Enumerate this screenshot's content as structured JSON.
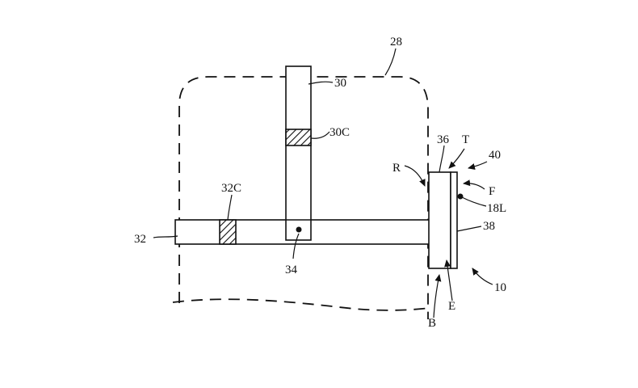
{
  "labels": {
    "ref_28": "28",
    "ref_30": "30",
    "ref_30c": "30C",
    "ref_32": "32",
    "ref_32c": "32C",
    "ref_34": "34",
    "ref_36": "36",
    "ref_38": "38",
    "ref_40": "40",
    "ref_10": "10",
    "ref_18l": "18L",
    "ref_t": "T",
    "ref_f": "F",
    "ref_r": "R",
    "ref_e": "E",
    "ref_b": "B"
  },
  "colors": {
    "ink": "#111111",
    "background": "#ffffff"
  }
}
